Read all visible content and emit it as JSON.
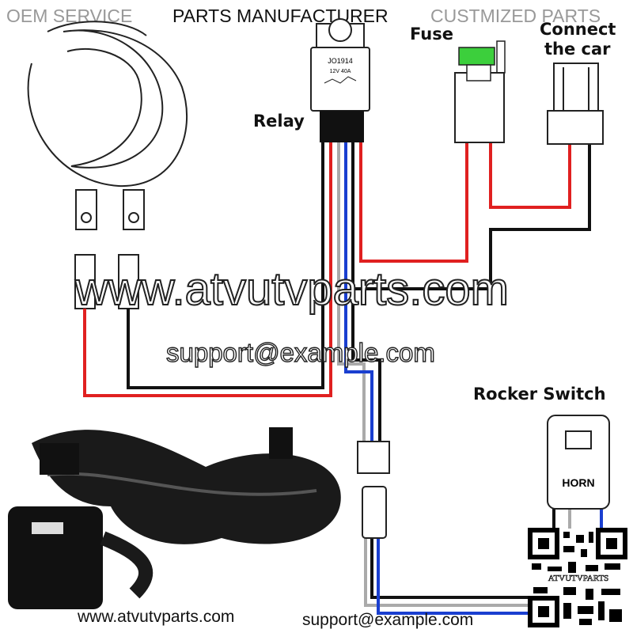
{
  "header": {
    "left": "OEM SERVICE",
    "center": "PARTS MANUFACTURER",
    "right": "CUSTMIZED PARTS"
  },
  "labels": {
    "fuse": "Fuse",
    "connect_line1": "Connect",
    "connect_line2": "the car",
    "relay": "Relay",
    "rocker_switch": "Rocker Switch",
    "horn_button": "HORN"
  },
  "relay": {
    "model": "JO1914",
    "rating": "12V  40A"
  },
  "watermark": {
    "website": "www.atvutvparts.com",
    "email": "support@example.com"
  },
  "footer": {
    "website": "www.atvutvparts.com",
    "email": "support@example.com"
  },
  "qr": {
    "label": "ATVUTVPARTS"
  },
  "colors": {
    "red": "#e02020",
    "black": "#111111",
    "blue": "#1a3fd0",
    "fuse_green": "#3ccf3c",
    "header_gray": "#888888"
  }
}
